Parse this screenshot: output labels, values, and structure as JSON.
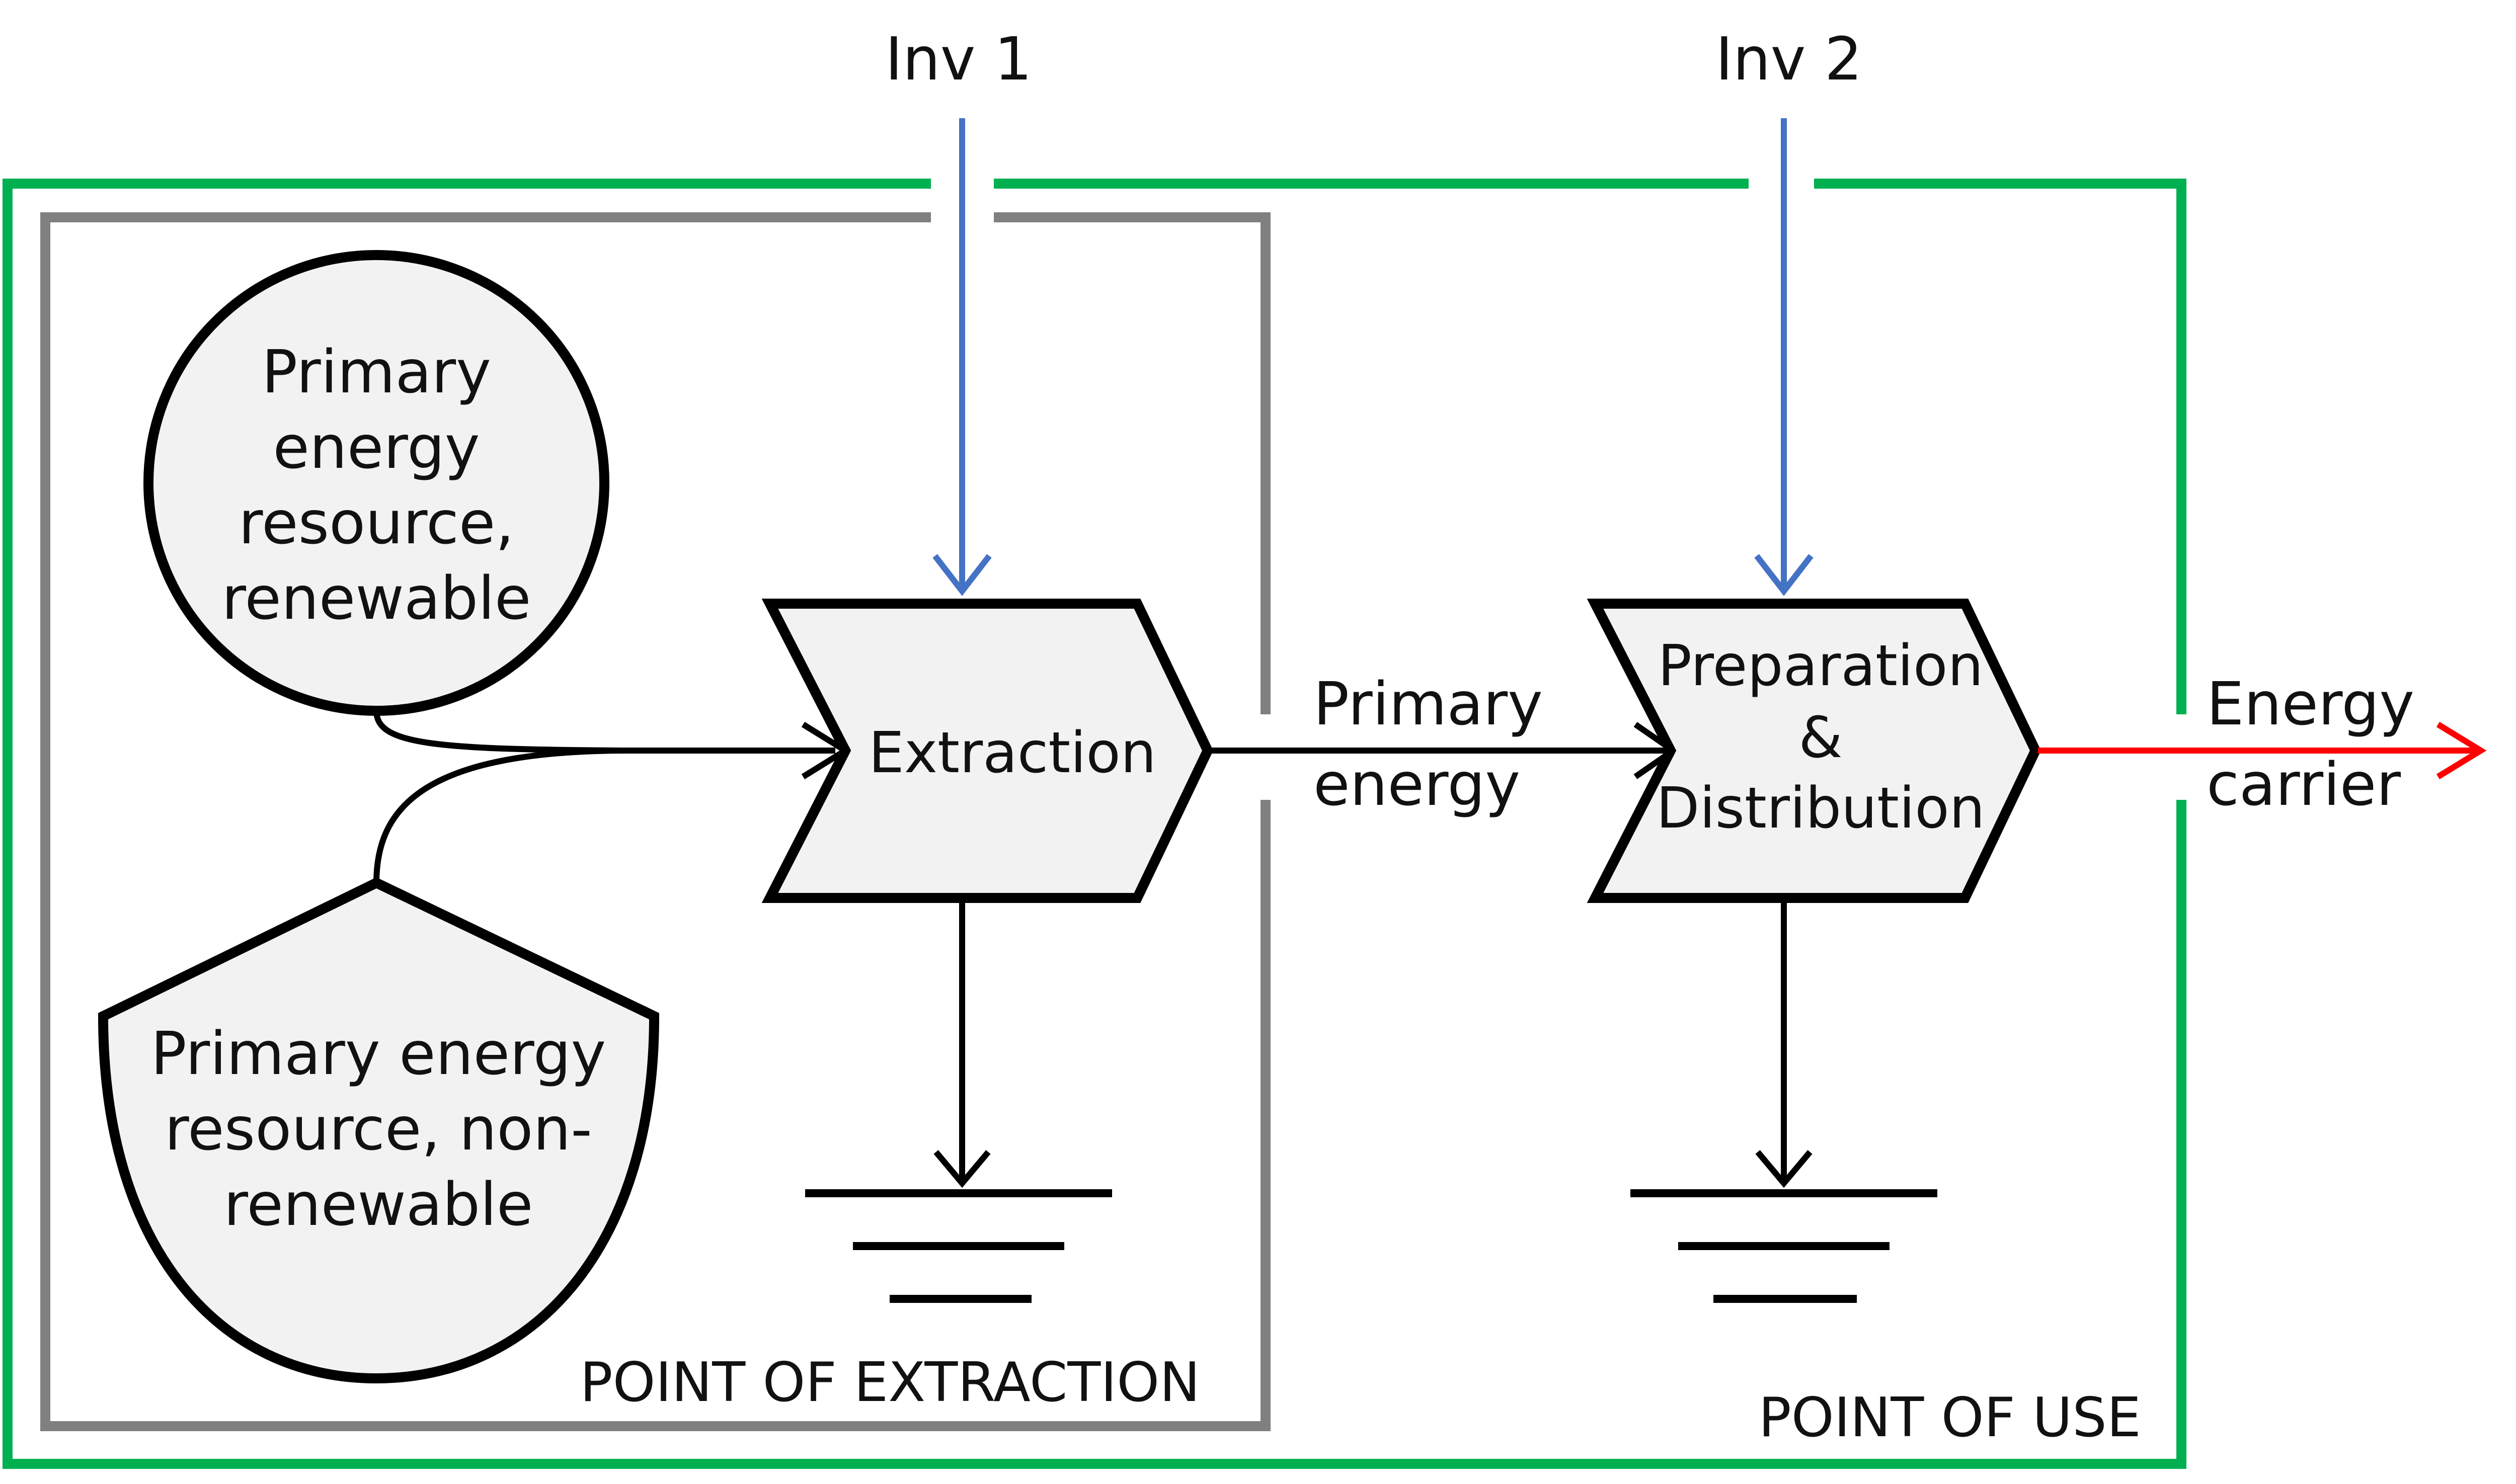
{
  "inputs": {
    "inv1": "Inv 1",
    "inv2": "Inv 2"
  },
  "nodes": {
    "renewable": {
      "lines": [
        "Primary",
        "energy",
        "resource,",
        "renewable"
      ]
    },
    "non_renewable": {
      "lines": [
        "Primary energy",
        "resource, non-",
        "renewable"
      ]
    },
    "extraction": {
      "label": "Extraction"
    },
    "preparation": {
      "lines": [
        "Preparation",
        "&",
        "Distribution"
      ]
    }
  },
  "flows": {
    "primary_energy": [
      "Primary",
      "energy"
    ],
    "energy_carrier": [
      "Energy",
      "carrier"
    ]
  },
  "regions": {
    "extraction_boundary": "POINT OF EXTRACTION",
    "use_boundary": "POINT OF USE"
  },
  "colors": {
    "input_arrow": "#4472C4",
    "output_arrow": "#FF0000",
    "use_boundary": "#00B050",
    "extraction_boundary": "#808080",
    "node_fill": "#F2F2F2",
    "stroke": "#000000"
  }
}
